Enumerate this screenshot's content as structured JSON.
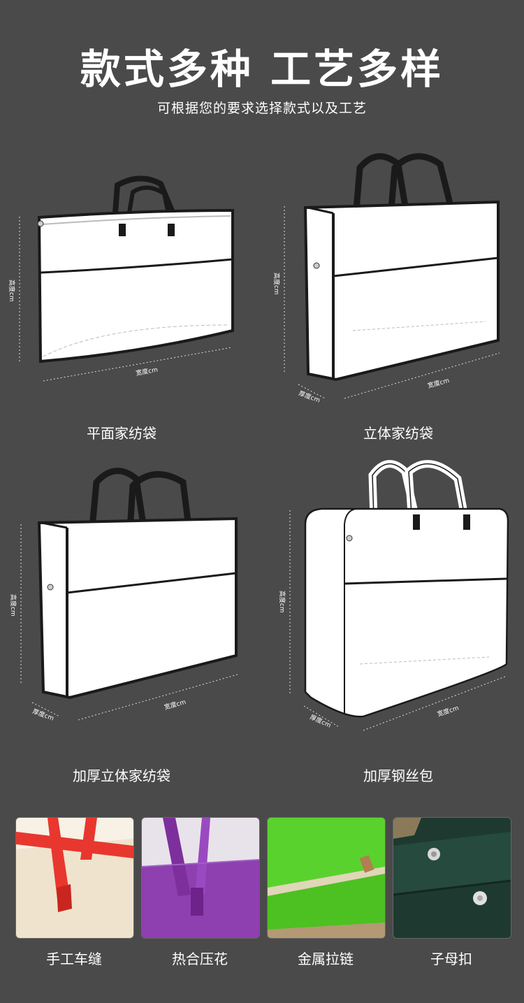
{
  "header": {
    "title": "款式多种  工艺多样",
    "subtitle": "可根据您的要求选择款式以及工艺"
  },
  "bags": [
    {
      "label": "平面家纺袋",
      "height_text": "高度cm",
      "width_text": "宽度cm"
    },
    {
      "label": "立体家纺袋",
      "height_text": "高度cm",
      "width_text": "宽度cm",
      "depth_text": "厚度cm"
    },
    {
      "label": "加厚立体家纺袋",
      "height_text": "高度cm",
      "width_text": "宽度cm",
      "depth_text": "厚度cm"
    },
    {
      "label": "加厚钢丝包",
      "height_text": "高度cm",
      "width_text": "宽度cm",
      "depth_text": "厚度cm"
    }
  ],
  "crafts": [
    {
      "label": "手工车缝",
      "color": "#e8372f"
    },
    {
      "label": "热合压花",
      "color": "#8e3fb0"
    },
    {
      "label": "金属拉链",
      "color": "#5ad22e"
    },
    {
      "label": "子母扣",
      "color": "#1e3a30"
    }
  ]
}
